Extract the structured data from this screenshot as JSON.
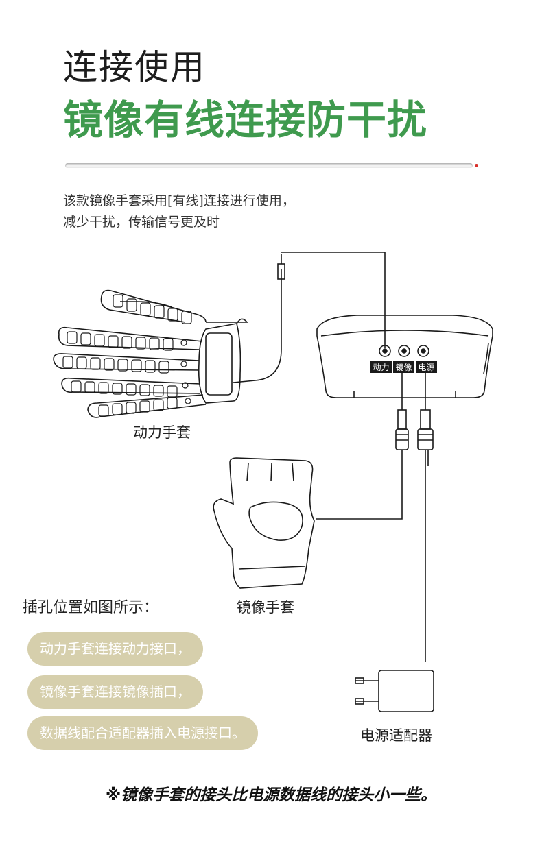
{
  "header": {
    "title": "连接使用",
    "subtitle": "镜像有线连接防干扰",
    "accent_color": "#3f9a4e"
  },
  "description": {
    "line1": "该款镜像手套采用[有线]连接进行使用，",
    "line2": "减少干扰，传输信号更及时"
  },
  "diagram": {
    "power_glove_label": "动力手套",
    "mirror_glove_label": "镜像手套",
    "adapter_label": "电源适配器",
    "ports": [
      "动力",
      "镜像",
      "电源"
    ]
  },
  "instructions": {
    "heading": "插孔位置如图所示：",
    "items": [
      "动力手套连接动力接口，",
      "镜像手套连接镜像插口，",
      "数据线配合适配器插入电源接口。"
    ],
    "pill_color": "#d6cfac"
  },
  "footer_note": "※镜像手套的接头比电源数据线的接头小一些。"
}
